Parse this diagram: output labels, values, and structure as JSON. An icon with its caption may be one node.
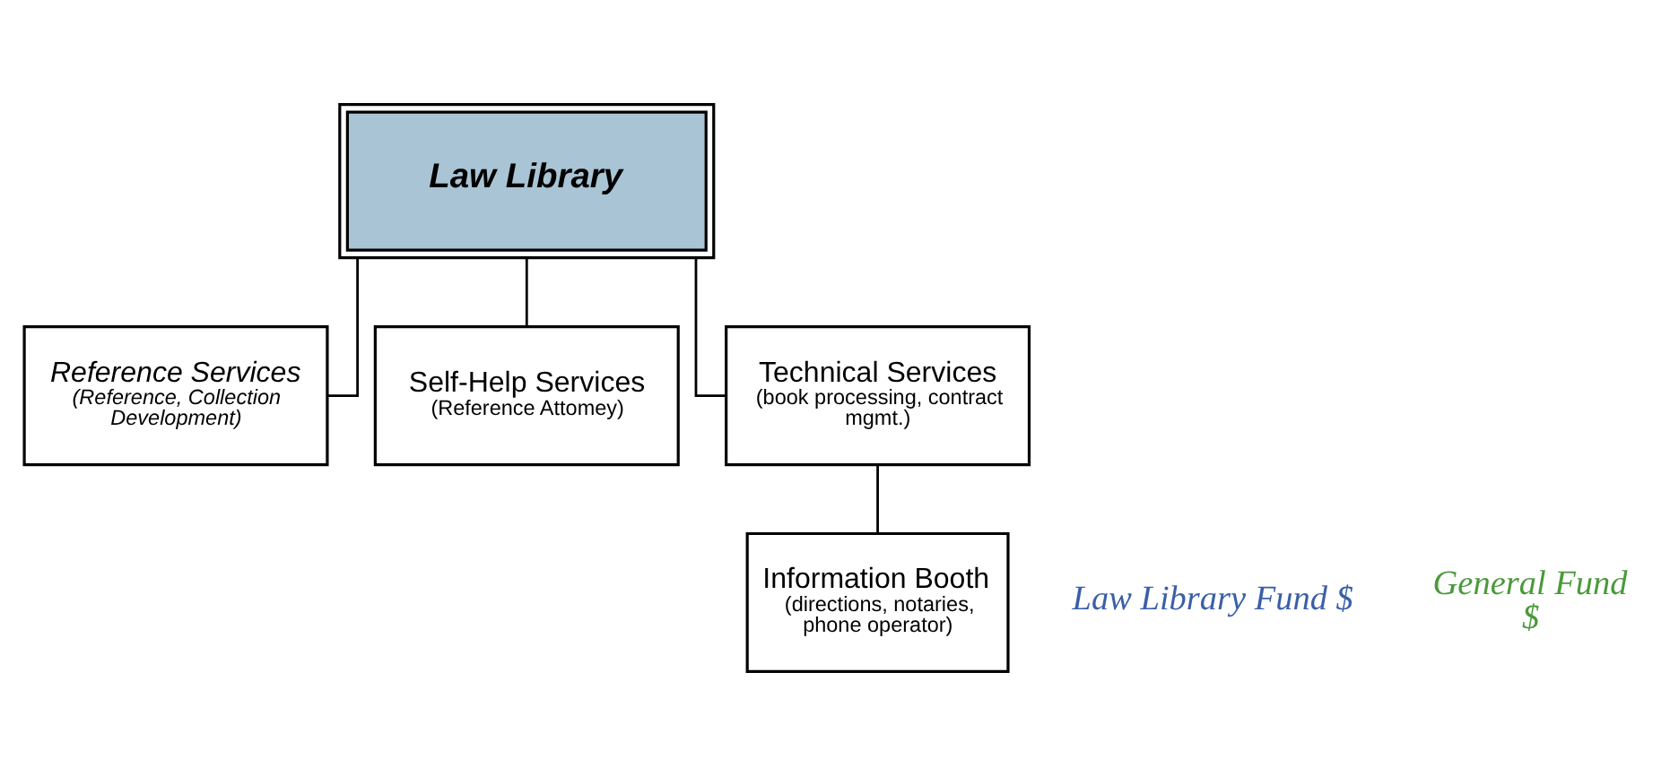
{
  "diagram": {
    "nodes": [
      {
        "text": [
          "Law Library"
        ]
      },
      {
        "text": [
          "Reference Services",
          "(Reference, Collection Development)"
        ]
      },
      {
        "text": [
          "Self-Help Services",
          "(Reference Attomey)"
        ]
      },
      {
        "text": [
          "Technical Services",
          "(book processing, contract mgmt.)"
        ]
      },
      {
        "text": [
          "Information Booth",
          "(directions, notaries, phone operator)"
        ]
      }
    ],
    "edges": [
      {
        "from": 0,
        "to": 1,
        "arrow": "none"
      },
      {
        "from": 0,
        "to": 2,
        "arrow": "none"
      },
      {
        "from": 0,
        "to": 3,
        "arrow": "none"
      },
      {
        "from": 3,
        "to": 4,
        "arrow": "none"
      }
    ],
    "labels": [
      "Law Library Fund $",
      "General Fund $"
    ]
  }
}
